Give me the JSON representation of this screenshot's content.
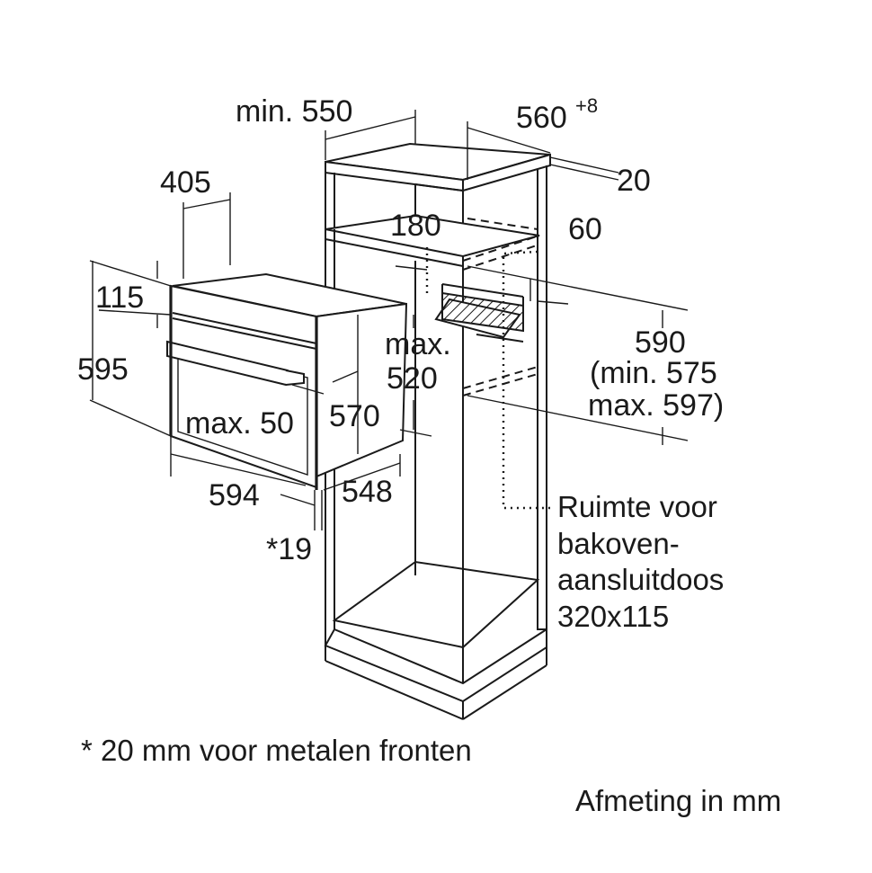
{
  "dimensions": {
    "min_550": "min. 550",
    "w_560": "560",
    "w_560_tol": "+8",
    "d_20": "20",
    "d_405": "405",
    "d_180": "180",
    "d_60": "60",
    "d_115": "115",
    "max_label": "max.",
    "d_520": "520",
    "d_590": "590",
    "d_590_min": "(min. 575",
    "d_590_max": "max. 597)",
    "d_595": "595",
    "max_50": "max. 50",
    "d_570": "570",
    "d_594": "594",
    "d_548": "548",
    "d_19": "*19"
  },
  "socket_note": {
    "line1": "Ruimte voor",
    "line2": "bakoven-",
    "line3": "aansluitdoos",
    "line4": "320x115"
  },
  "footnote": "* 20 mm voor metalen fronten",
  "unit_note": "Afmeting in mm"
}
